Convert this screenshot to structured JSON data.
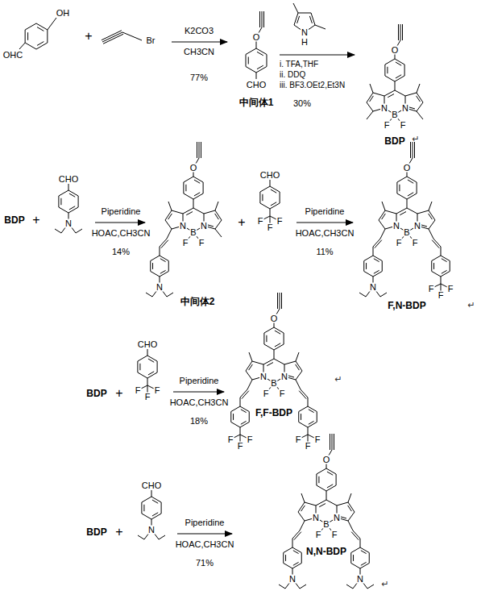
{
  "diagram": {
    "labels": [
      "OHC",
      "OH",
      "+",
      "Br",
      "K2CO3",
      "CH3CN",
      "77%",
      "O",
      "CHO",
      "中间体1",
      "N",
      "H",
      "i. TFA,THF",
      "ii. DDQ",
      "iii. BF3.OEt2,Et3N",
      "30%",
      "O",
      "N",
      "B",
      "N",
      "F",
      "F",
      "BDP",
      "↵",
      "BDP",
      "+",
      "CHO",
      "N",
      "Piperidine",
      "HOAC,CH3CN",
      "14%",
      "O",
      "N",
      "B",
      "N",
      "F",
      "F",
      "N",
      "中间体2",
      "+",
      "CHO",
      "F",
      "F",
      "F",
      "Piperidine",
      "HOAC,CH3CN",
      "11%",
      "O",
      "N",
      "B",
      "N",
      "F",
      "F",
      "N",
      "F",
      "F",
      "F",
      "F,N-BDP",
      "↵",
      "BDP",
      "+",
      "CHO",
      "F",
      "F",
      "F",
      "Piperidine",
      "HOAC,CH3CN",
      "18%",
      "O",
      "N",
      "B",
      "N",
      "F",
      "F",
      "F",
      "F",
      "F",
      "F",
      "F",
      "F",
      "F,F-BDP",
      "↵",
      "BDP",
      "+",
      "CHO",
      "N",
      "Piperidine",
      "HOAC,CH3CN",
      "71%",
      "O",
      "N",
      "B",
      "N",
      "F",
      "F",
      "N",
      "N",
      "N,N-BDP",
      "↵"
    ]
  }
}
